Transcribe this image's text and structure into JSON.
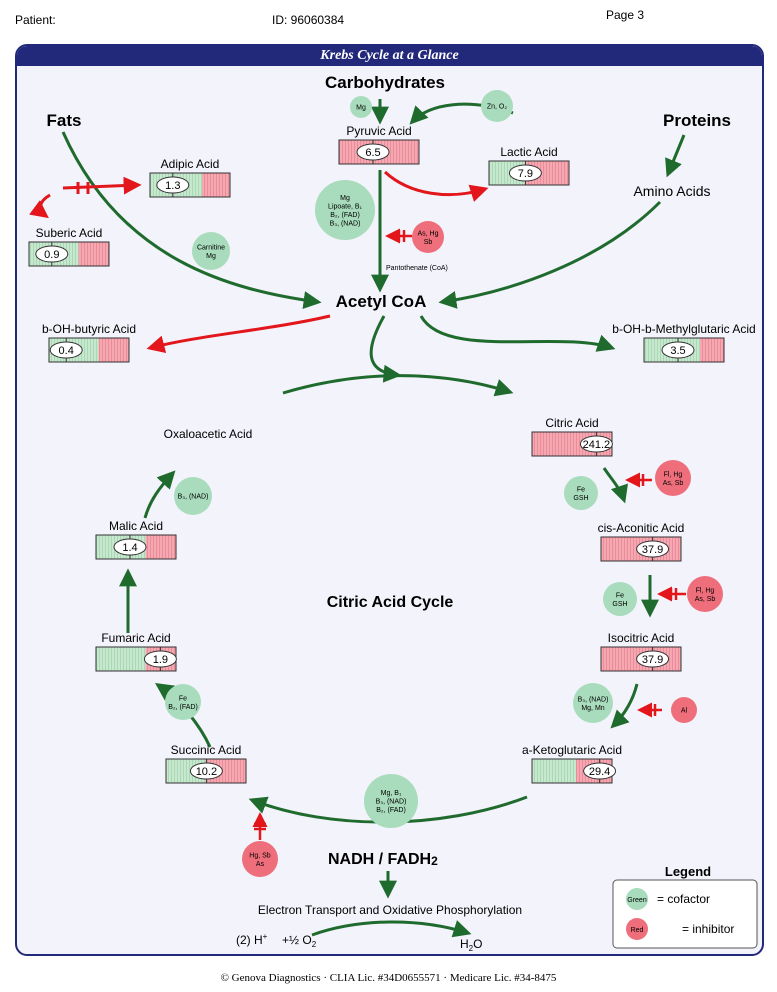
{
  "header": {
    "patient_label": "Patient:",
    "id_label": "ID: 96060384",
    "page_label": "Page 3"
  },
  "panel_title": "Krebs Cycle at a Glance",
  "nodes": {
    "carbohydrates": "Carbohydrates",
    "fats": "Fats",
    "proteins": "Proteins",
    "amino_acids": "Amino Acids",
    "acetyl_coa": "Acetyl CoA",
    "oxaloacetic": "Oxaloacetic Acid",
    "citric_acid_cycle": "Citric Acid Cycle",
    "nadh": "NADH / FADH",
    "nadh_sub": "2",
    "electron_transport": "Electron Transport and Oxidative Phosphorylation",
    "pantothenate": "Pantothenate (CoA)"
  },
  "markers": [
    {
      "key": "pyruvic",
      "label": "Pyruvic Acid",
      "value": "6.5"
    },
    {
      "key": "lactic",
      "label": "Lactic Acid",
      "value": "7.9"
    },
    {
      "key": "adipic",
      "label": "Adipic Acid",
      "value": "1.3"
    },
    {
      "key": "suberic",
      "label": "Suberic Acid",
      "value": "0.9"
    },
    {
      "key": "bohb",
      "label": "b-OH-butyric Acid",
      "value": "0.4"
    },
    {
      "key": "hmg",
      "label": "b-OH-b-Methylglutaric Acid",
      "value": "3.5"
    },
    {
      "key": "citric",
      "label": "Citric Acid",
      "value": "241.2"
    },
    {
      "key": "cisacon",
      "label": "cis-Aconitic Acid",
      "value": "37.9"
    },
    {
      "key": "isocitric",
      "label": "Isocitric Acid",
      "value": "37.9"
    },
    {
      "key": "akg",
      "label": "a-Ketoglutaric Acid",
      "value": "29.4"
    },
    {
      "key": "succinic",
      "label": "Succinic Acid",
      "value": "10.2"
    },
    {
      "key": "fumaric",
      "label": "Fumaric Acid",
      "value": "1.9"
    },
    {
      "key": "malic",
      "label": "Malic Acid",
      "value": "1.4"
    }
  ],
  "cofactors": {
    "mg_top": [
      "Mg"
    ],
    "zn_o2": [
      "Zn, O₂"
    ],
    "pdh": [
      "Mg",
      "Lipoate,  B₁",
      "B₂, (FAD)",
      "B₃, (NAD)"
    ],
    "carnitine": [
      "Carnitine",
      "Mg"
    ],
    "b3_nad": [
      "B₃, (NAD)"
    ],
    "fe_gsh_1": [
      "Fe",
      "GSH"
    ],
    "fe_gsh_2": [
      "Fe",
      "GSH"
    ],
    "idh": [
      "B₃, (NAD)",
      "Mg, Mn"
    ],
    "akgdh": [
      "Mg, B₁",
      "B₃, (NAD)",
      "B₂, (FAD)"
    ],
    "sdh": [
      "Fe",
      "B₂, (FAD)"
    ]
  },
  "inhibitors": {
    "as_hg_sb": [
      "As, Hg",
      "Sb"
    ],
    "fl_hg_1": [
      "Fl, Hg",
      "As, Sb"
    ],
    "fl_hg_2": [
      "Fl, Hg",
      "As, Sb"
    ],
    "al": [
      "Al"
    ],
    "hg_sb_as": [
      "Hg, Sb",
      "As"
    ]
  },
  "equation": {
    "left": "(2) H",
    "left_sup": "+",
    "middle": "+½ O",
    "middle_sub": "2",
    "right": "H",
    "right_sub": "2",
    "right_end": "O"
  },
  "legend": {
    "title": "Legend",
    "green_sample": "Green",
    "cofactor": "=  cofactor",
    "red_sample": "Red",
    "inhibitor": "=  inhibitor"
  },
  "footer": "© Genova Diagnostics · CLIA Lic. #34D0655571 · Medicare Lic. #34-8475",
  "colors": {
    "navy": "#22287a",
    "arrow_green": "#1f6b2e",
    "arrow_red": "#e2161b",
    "cofactor": "#a8dcbc",
    "inhibitor": "#ee6f7b",
    "bar_green": "#c7e7cf",
    "bar_red": "#f4a8b2"
  }
}
